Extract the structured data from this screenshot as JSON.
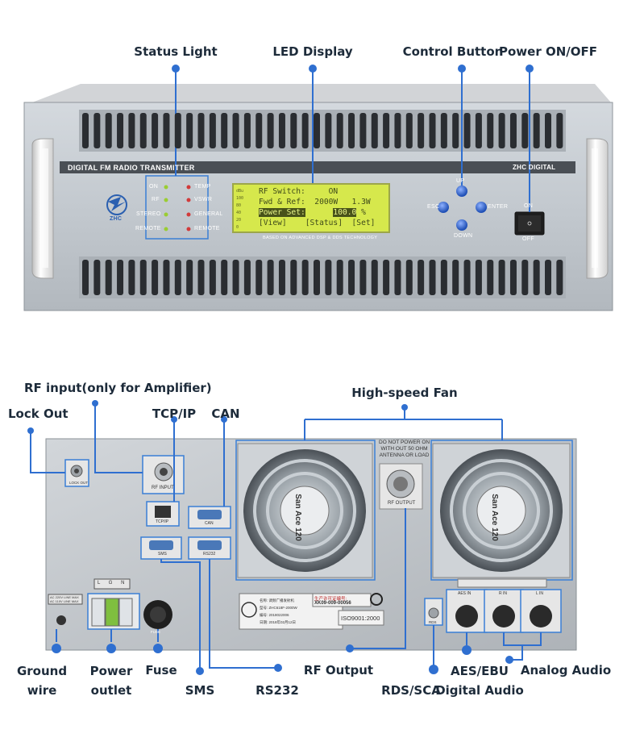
{
  "front": {
    "labels": {
      "status_light": "Status Light",
      "led_display": "LED Display",
      "control_button": "Control Button",
      "power": "Power ON/OFF"
    },
    "title_plate": "DIGITAL FM RADIO TRANSMITTER",
    "brand": "ZHC DIGITAL",
    "logo_text": "ZHC",
    "leds_left": [
      "ON",
      "RF",
      "STEREO",
      "REMOTE"
    ],
    "leds_right": [
      "TEMP",
      "VSWR",
      "GENERAL",
      "REMOTE"
    ],
    "lcd": {
      "scale": [
        "dBu",
        "100",
        "80",
        "40",
        "20",
        "0"
      ],
      "row1": "RF Switch:     ON",
      "row2": "Fwd & Ref:  2000W   1.3W",
      "row3_hl": "Power Set:",
      "row3_val_hl": "100.0",
      "row3_unit": " %",
      "row4": "[View]    [Status]  [Set]",
      "footer": "BASED ON ADVANCED DSP & DDS TECHNOLOGY"
    },
    "buttons": {
      "up": "UP",
      "esc": "ESC",
      "enter": "ENTER",
      "down": "DOWN"
    },
    "switch": {
      "on": "ON",
      "off": "OFF"
    }
  },
  "back": {
    "labels": {
      "rf_input": "RF input(only for Amplifier)",
      "lock_out": "Lock Out",
      "tcp_ip": "TCP/IP",
      "can": "CAN",
      "fan": "High-speed Fan",
      "ground_1": "Ground",
      "ground_2": "wire",
      "power_outlet_1": "Power",
      "power_outlet_2": "outlet",
      "fuse": "Fuse",
      "sms": "SMS",
      "rs232": "RS232",
      "rf_output": "RF Output",
      "rds": "RDS/SCA",
      "aes_1": "AES/EBU",
      "aes_2": "Digital Audio",
      "analog": "Analog Audio"
    },
    "warning": [
      "DO NOT POWER ON",
      "WITH OUT 50 OHM",
      "ANTENNA OR LOAD"
    ],
    "port_text": {
      "lock_out": "LOCK OUT",
      "rf_input": "RF INPUT",
      "tcpip": "TCP/IP",
      "can": "CAN",
      "sms": "SMS",
      "rs232": "RS232",
      "rf_output": "RF OUTPUT",
      "aes_in": "AES IN",
      "r_in": "R IN",
      "l_in": "L IN",
      "rds": "RDS",
      "fuse": "FUSE",
      "lgn": [
        "L",
        "G",
        "N"
      ],
      "voltage": [
        "AC 220V LINE MAX",
        "AC 110V LINE MAX"
      ]
    },
    "fan_text": "San Ace 120",
    "license": {
      "title": "生产许可证编号:",
      "number": "XK09-009-00056",
      "iso": "ISO9001:2000",
      "lines": [
        "名称: 调频广播发射机",
        "型号: ZHC618F-2000W",
        "编号: 2018022006",
        "日期: 2018年02月12日"
      ]
    }
  }
}
